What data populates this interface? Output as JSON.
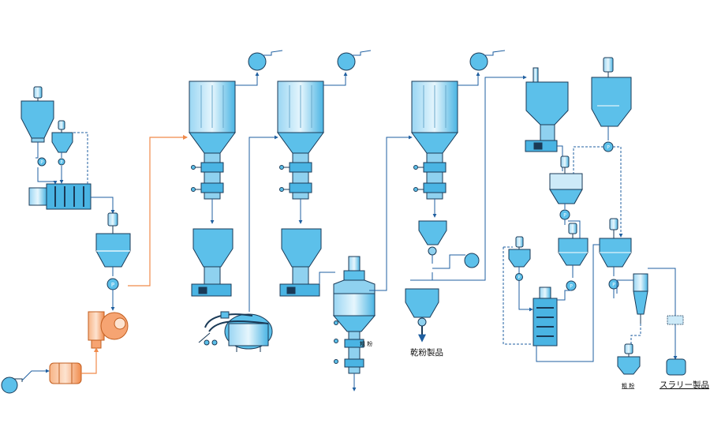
{
  "labels": {
    "dry_product": "乾粉製品",
    "slurry_product": "スラリー製品",
    "coarse_1": "粗 粉",
    "coarse_2": "粗 粉"
  },
  "symbols": {
    "pump": "P"
  },
  "colors": {
    "equipment_fill": "#5cc0ea",
    "equipment_light": "#cdeaf8",
    "outline": "#1a3a57",
    "feed_line": "#f08a4b",
    "feed_fill": "#f6a472",
    "pipe": "#1f5fa0"
  },
  "icons": [
    "blower-icon",
    "cyclone-bag-filter-icon",
    "hopper-icon",
    "mixer-tank-icon",
    "pump-icon",
    "motor-icon",
    "mill-icon",
    "classifier-icon",
    "hydrocyclone-icon",
    "filter-icon",
    "product-tank-icon"
  ]
}
